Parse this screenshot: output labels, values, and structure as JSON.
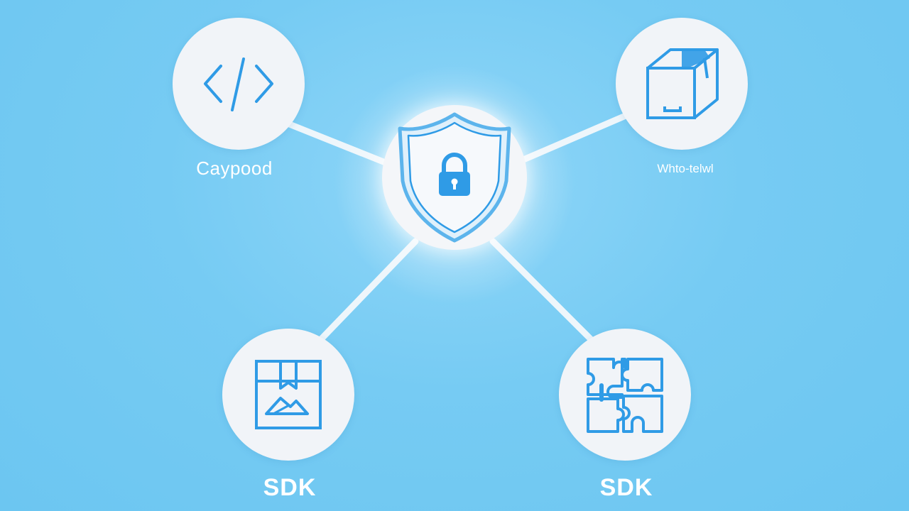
{
  "diagram": {
    "nodes": {
      "top_left": {
        "label": "Caypood",
        "icon": "code-icon"
      },
      "top_right": {
        "label": "Whto-telwl",
        "icon": "package-box-icon"
      },
      "bottom_left": {
        "label": "SDK",
        "icon": "box-image-icon"
      },
      "bottom_right": {
        "label": "SDK",
        "icon": "puzzle-icon"
      },
      "center": {
        "icon": "shield-lock-icon"
      }
    },
    "colors": {
      "background": "#76cbf3",
      "node_fill": "#f1f4f8",
      "icon_stroke": "#2f9be6",
      "connector": "#eef6fb",
      "label": "#ffffff"
    }
  }
}
